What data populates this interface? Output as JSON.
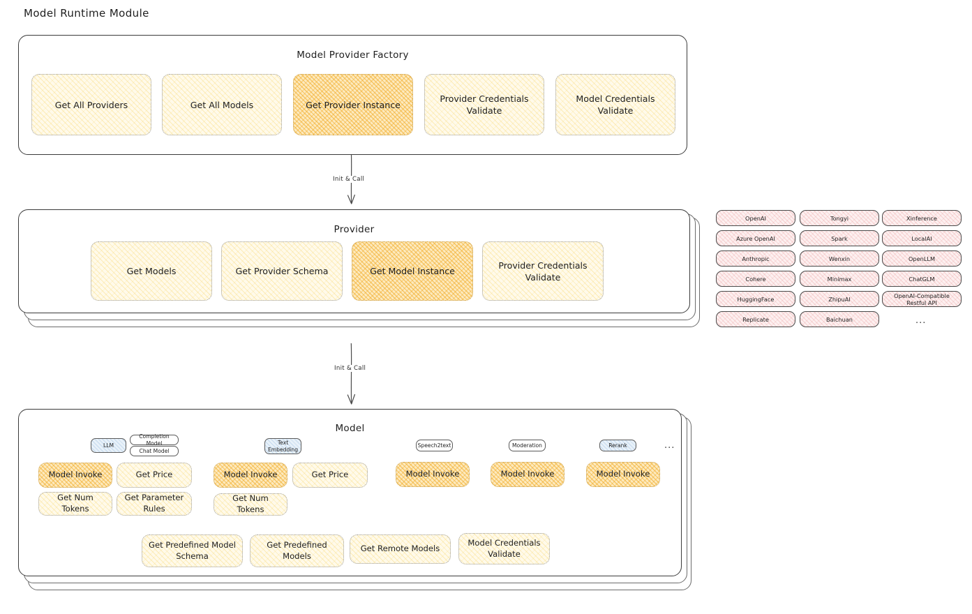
{
  "page": {
    "title": "Model Runtime Module"
  },
  "arrows": [
    {
      "label": "Init & Call"
    },
    {
      "label": "Init & Call"
    }
  ],
  "factory": {
    "title": "Model Provider Factory",
    "nodes": [
      {
        "label": "Get All Providers",
        "highlighted": false
      },
      {
        "label": "Get All Models",
        "highlighted": false
      },
      {
        "label": "Get Provider Instance",
        "highlighted": true
      },
      {
        "label": "Provider Credentials Validate",
        "highlighted": false
      },
      {
        "label": "Model Credentials Validate",
        "highlighted": false
      }
    ]
  },
  "provider": {
    "title": "Provider",
    "nodes": [
      {
        "label": "Get Models",
        "highlighted": false
      },
      {
        "label": "Get Provider Schema",
        "highlighted": false
      },
      {
        "label": "Get Model Instance",
        "highlighted": true
      },
      {
        "label": "Provider Credentials Validate",
        "highlighted": false
      }
    ]
  },
  "provider_list": {
    "ellipsis": "...",
    "columns": [
      {
        "items": [
          "OpenAI",
          "Azure OpenAI",
          "Anthropic",
          "Cohere",
          "HuggingFace",
          "Replicate"
        ]
      },
      {
        "items": [
          "Tongyi",
          "Spark",
          "Wenxin",
          "Minimax",
          "ZhipuAI",
          "Baichuan"
        ]
      },
      {
        "items": [
          "Xinference",
          "LocalAI",
          "OpenLLM",
          "ChatGLM",
          "OpenAI-Compatible Restful API"
        ]
      }
    ]
  },
  "model": {
    "title": "Model",
    "ellipsis": "...",
    "types": [
      {
        "name": "LLM",
        "style": "blue",
        "sub": [
          "Completion Model",
          "Chat Model"
        ],
        "nodes": [
          {
            "label": "Model Invoke",
            "highlighted": true
          },
          {
            "label": "Get Price",
            "highlighted": false
          },
          {
            "label": "Get Num Tokens",
            "highlighted": false
          },
          {
            "label": "Get Parameter Rules",
            "highlighted": false
          }
        ]
      },
      {
        "name": "Text Embedding",
        "style": "blue",
        "sub": [],
        "nodes": [
          {
            "label": "Model Invoke",
            "highlighted": true
          },
          {
            "label": "Get Price",
            "highlighted": false
          },
          {
            "label": "Get Num Tokens",
            "highlighted": false
          }
        ]
      },
      {
        "name": "Speech2text",
        "style": "plain",
        "sub": [],
        "nodes": [
          {
            "label": "Model Invoke",
            "highlighted": true
          }
        ]
      },
      {
        "name": "Moderation",
        "style": "plain",
        "sub": [],
        "nodes": [
          {
            "label": "Model Invoke",
            "highlighted": true
          }
        ]
      },
      {
        "name": "Rerank",
        "style": "blue",
        "sub": [],
        "nodes": [
          {
            "label": "Model Invoke",
            "highlighted": true
          }
        ]
      }
    ],
    "common_nodes": [
      {
        "label": "Get Predefined Model Schema"
      },
      {
        "label": "Get Predefined Models"
      },
      {
        "label": "Get Remote Models"
      },
      {
        "label": "Model Credentials Validate"
      }
    ]
  }
}
